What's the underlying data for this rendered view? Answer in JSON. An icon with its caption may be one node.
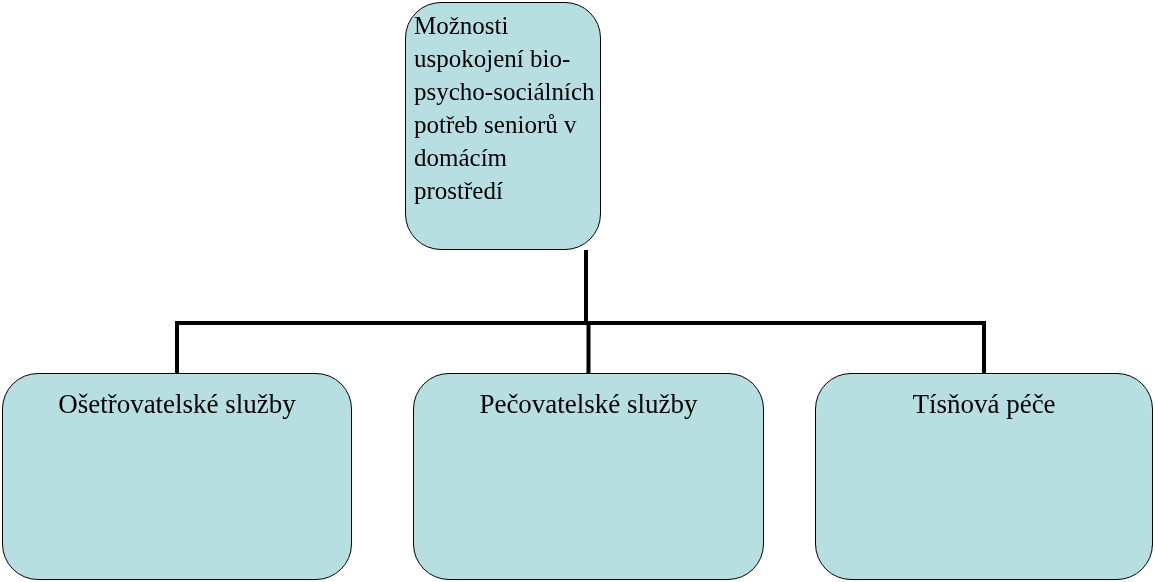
{
  "diagram": {
    "nodes": [
      {
        "text": [
          "Možnosti uspokojení bio-psycho-sociálních potřeb seniorů v domácím prostředí"
        ]
      },
      {
        "text": [
          "Ošetřovatelské služby"
        ]
      },
      {
        "text": [
          "Pečovatelské služby"
        ]
      },
      {
        "text": [
          "Tísňová péče"
        ]
      }
    ],
    "edges": [
      {
        "from": 0,
        "to": 1,
        "arrow": "none"
      },
      {
        "from": 0,
        "to": 2,
        "arrow": "none"
      },
      {
        "from": 0,
        "to": 3,
        "arrow": "none"
      }
    ]
  }
}
